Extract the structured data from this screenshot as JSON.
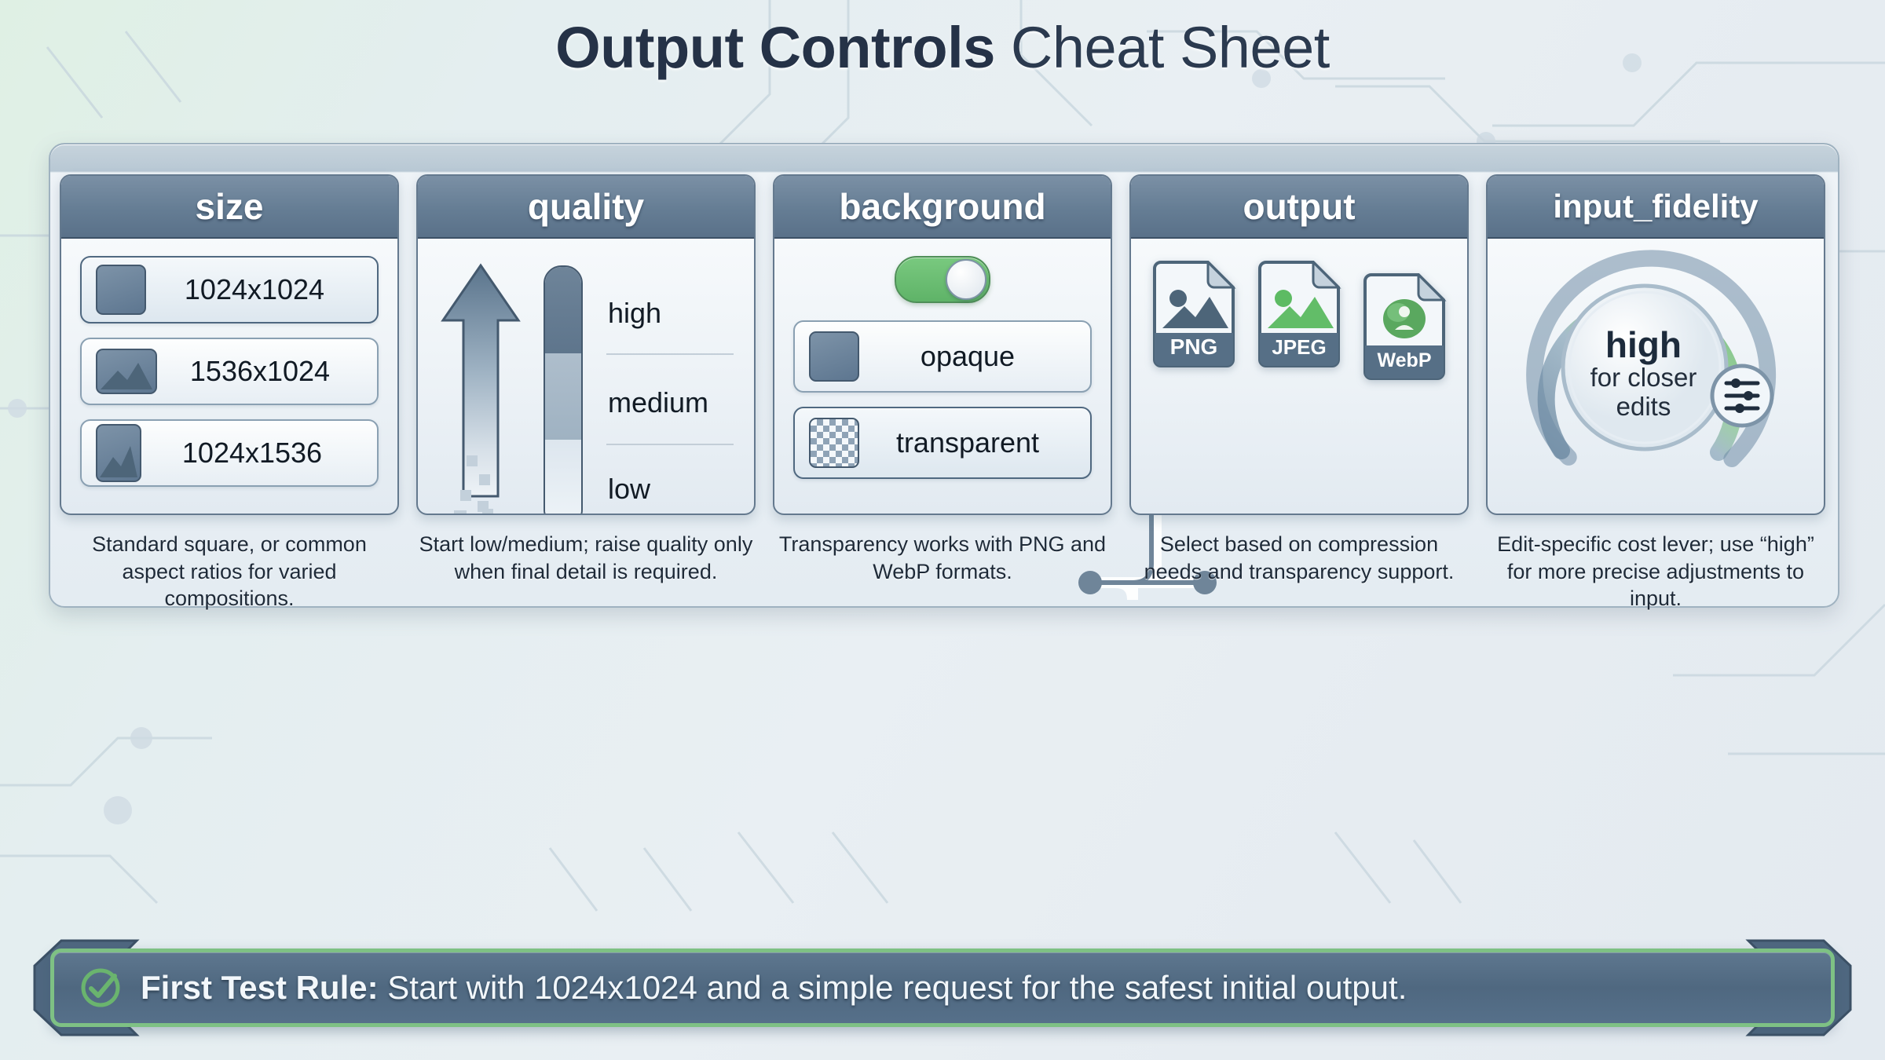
{
  "title": {
    "bold": "Output Controls",
    "regular": "Cheat Sheet"
  },
  "colors": {
    "header": "#5a7189",
    "accent_green": "#6ab46e",
    "panel_bg": "#e4ecf2",
    "text_dark": "#1e2a38"
  },
  "columns": [
    {
      "header": "size",
      "caption": "Standard square, or common aspect ratios for varied compositions.",
      "options": [
        {
          "label": "1024x1024",
          "icon": "square-thumb-icon",
          "selected": true
        },
        {
          "label": "1536x1024",
          "icon": "landscape-image-icon",
          "selected": false
        },
        {
          "label": "1024x1536",
          "icon": "portrait-image-icon",
          "selected": false
        }
      ]
    },
    {
      "header": "quality",
      "caption": "Start low/medium; raise quality only when final detail is required.",
      "levels": [
        "high",
        "medium",
        "low"
      ],
      "arrow_icon": "up-arrow-pixelated-icon"
    },
    {
      "header": "background",
      "caption": "Transparency works with PNG and WebP formats.",
      "toggle": {
        "state": "on",
        "icon": "toggle-switch-icon"
      },
      "options": [
        {
          "label": "opaque",
          "icon": "solid-square-icon",
          "selected": false
        },
        {
          "label": "transparent",
          "icon": "checkerboard-icon",
          "selected": true
        }
      ]
    },
    {
      "header": "output",
      "caption": "Select based on compression needs and transparency support.",
      "formats": [
        {
          "label": "PNG",
          "icon": "png-file-icon"
        },
        {
          "label": "JPEG",
          "icon": "jpeg-file-icon"
        },
        {
          "label": "WebP",
          "icon": "webp-file-icon"
        }
      ]
    },
    {
      "header": "input_fidelity",
      "caption": "Edit-specific cost lever; use “high” for more precise adjustments to input.",
      "dial": {
        "value": "high",
        "sublabel_line1": "for closer",
        "sublabel_line2": "edits",
        "badge_icon": "sliders-icon"
      }
    }
  ],
  "banner": {
    "icon": "check-circle-icon",
    "bold_prefix": "First Test Rule:",
    "text": " Start with 1024x1024 and a simple request for the safest initial output."
  }
}
